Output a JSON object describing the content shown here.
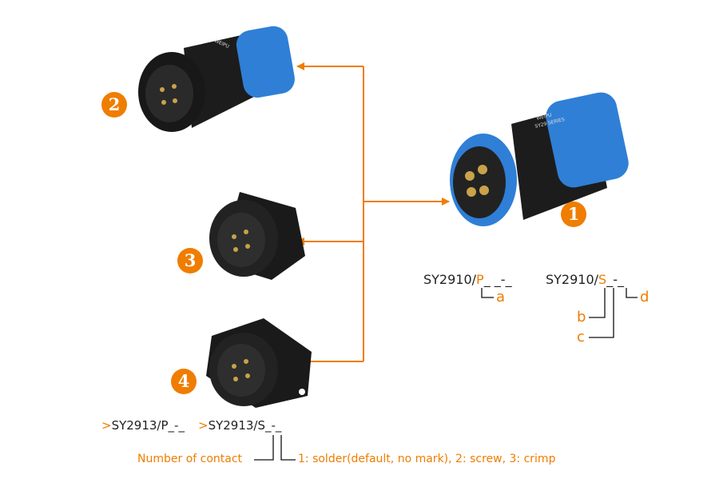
{
  "colors": {
    "accent": "#ef7d00",
    "text": "#222222",
    "connector_blue": "#2f7fd6",
    "connector_black": "#1b1b1b"
  },
  "badges": [
    "1",
    "2",
    "3",
    "4"
  ],
  "part_codes": {
    "plug_prefix": "SY2910/",
    "plug_letter": "P",
    "plug_suffix": "_ _-_",
    "socket_prefix": "SY2910/",
    "socket_letter": "S",
    "socket_suffix": "_-_",
    "labels": {
      "a": "a",
      "b": "b",
      "c": "c",
      "d": "d"
    }
  },
  "bottom": {
    "marker": ">",
    "code1": "SY2913/P_-_",
    "code2": "SY2913/S_-_",
    "label_contacts": "Number of contact",
    "label_termination": "1: solder(default, no mark), 2: screw, 3: crimp"
  },
  "product_markings": {
    "brand": "WEIPU",
    "series": "SY29 SERIES"
  }
}
